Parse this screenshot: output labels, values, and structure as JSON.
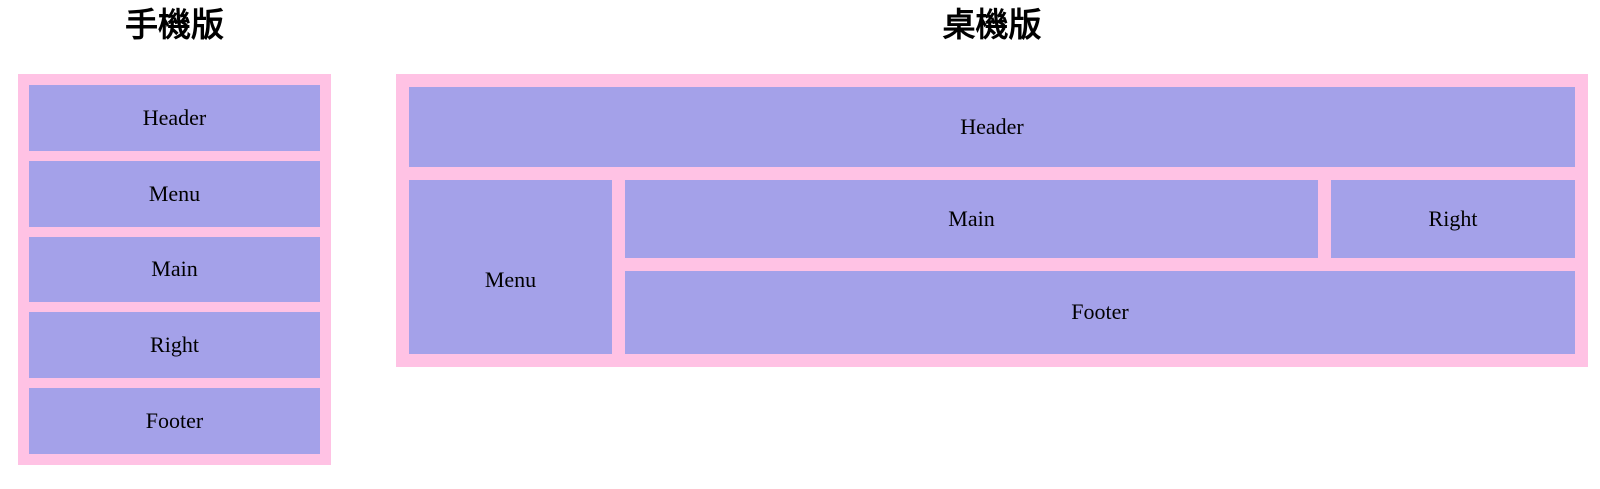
{
  "colors": {
    "background": "#ffffff",
    "container_pink": "#ffc2e4",
    "box_purple": "#a4a1e9",
    "text": "#000000"
  },
  "mobile": {
    "title": "手機版",
    "boxes": [
      "Header",
      "Menu",
      "Main",
      "Right",
      "Footer"
    ]
  },
  "desktop": {
    "title": "桌機版",
    "boxes": {
      "header": "Header",
      "menu": "Menu",
      "main": "Main",
      "right": "Right",
      "footer": "Footer"
    }
  }
}
